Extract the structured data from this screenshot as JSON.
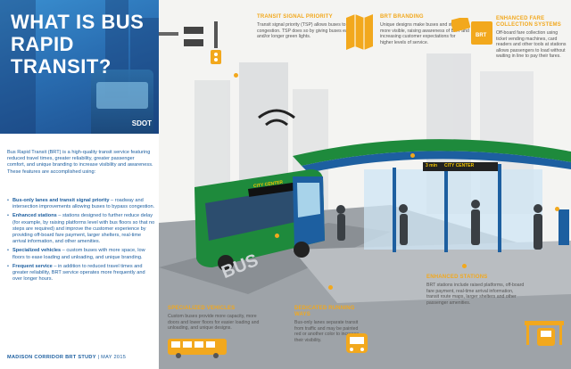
{
  "title": "WHAT IS BUS RAPID TRANSIT?",
  "logo": "SDOT",
  "intro": "Bus Rapid Transit (BRT) is a high-quality transit service featuring reduced travel times, greater reliability, greater passenger comfort, and unique branding to increase visibility and awareness. These features are accomplished using:",
  "bullets": [
    {
      "term": "Bus-only lanes and transit signal priority",
      "text": " – roadway and intersection improvements allowing buses to bypass congestion."
    },
    {
      "term": "Enhanced stations",
      "text": " – stations designed to further reduce delay (for example, by raising platforms level with bus floors so that no steps are required) and improve the customer experience by providing off-board fare payment, larger shelters, real-time arrival information, and other amenities."
    },
    {
      "term": "Specialized vehicles",
      "text": " – custom buses with more space, low floors to ease loading and unloading, and unique branding."
    },
    {
      "term": "Frequent service",
      "text": " – in addition to reduced travel times and greater reliability, BRT service operates more frequently and over longer hours."
    }
  ],
  "footer": {
    "study": "MADISON CORRIDOR BRT STUDY",
    "date": "MAY 2015"
  },
  "callouts": {
    "tsp": {
      "title": "TRANSIT SIGNAL PRIORITY",
      "text": "Transit signal priority (TSP) allows buses to bypass congestion. TSP does so by giving buses earlier and/or longer green lights."
    },
    "branding": {
      "title": "BRT BRANDING",
      "text": "Unique designs make buses and stations more visible, raising awareness of BRT and increasing customer expectations for higher levels of service."
    },
    "fare": {
      "title": "ENHANCED FARE COLLECTION SYSTEMS",
      "text": "Off-board fare collection using ticket vending machines, card readers and other tools at stations allows passengers to load without waiting in line to pay their fares."
    },
    "vehicles": {
      "title": "SPECIALIZED VEHICLES",
      "text": "Custom buses provide more capacity, more doors and lower floors for easier loading and unloading, and unique designs."
    },
    "runways": {
      "title": "DEDICATED RUNNING WAYS",
      "text": "Bus-only lanes separate transit from traffic and may be painted red or another color to increase their visibility."
    },
    "stations": {
      "title": "ENHANCED STATIONS",
      "text": "BRT stations include raised platforms, off-board fare payment, real-time arrival information, transit route maps, larger shelters and other passenger amenities."
    }
  },
  "bus_sign": "CITY CENTER",
  "station_sign": {
    "time": "3 min",
    "dest": "CITY CENTER"
  },
  "road_marking": "BUS",
  "fare_sign": "BRT",
  "colors": {
    "brand_green": "#1e8a3c",
    "brand_blue": "#1d5fa0",
    "accent": "#f2a81d"
  }
}
